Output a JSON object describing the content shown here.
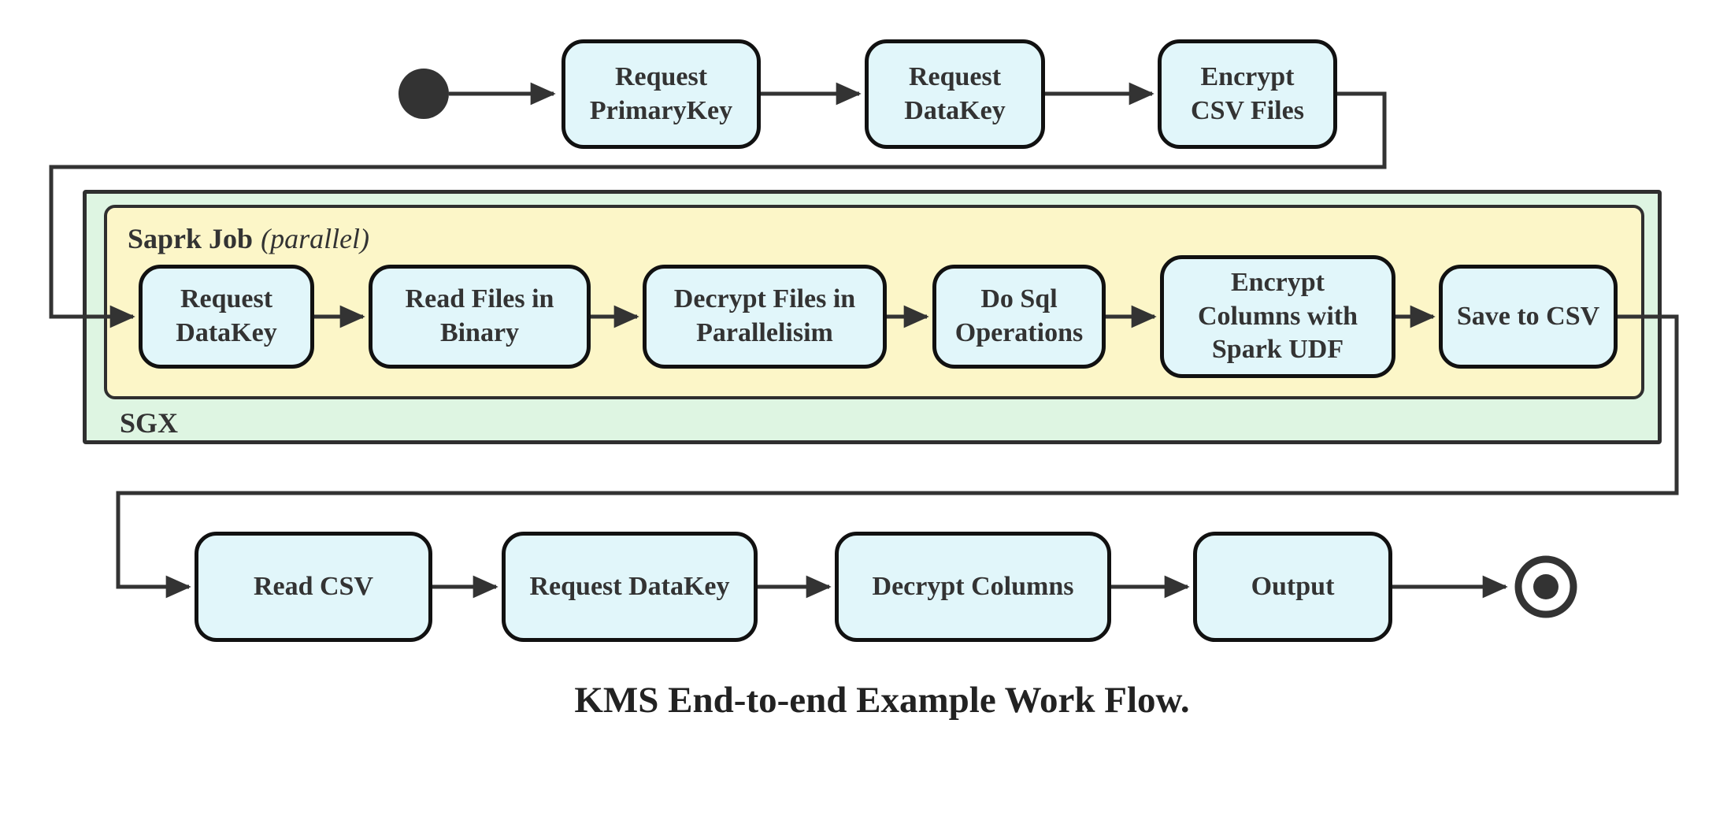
{
  "diagram": {
    "caption": "KMS End-to-end Example Work Flow.",
    "containers": {
      "sgx_label": "SGX",
      "spark_job_label": "Saprk Job",
      "spark_job_qualifier": "(parallel)"
    },
    "nodes": {
      "request_primarykey": "Request\nPrimaryKey",
      "request_datakey_top": "Request\nDataKey",
      "encrypt_csv_files": "Encrypt\nCSV Files",
      "request_datakey_sgx": "Request\nDataKey",
      "read_files_in_binary": "Read Files in\nBinary",
      "decrypt_files_in_parallelisim": "Decrypt Files in\nParallelisim",
      "do_sql_operations": "Do Sql\nOperations",
      "encrypt_columns_with_spark_udf": "Encrypt\nColumns with\nSpark UDF",
      "save_to_csv": "Save to CSV",
      "read_csv": "Read CSV",
      "request_datakey_bottom": "Request DataKey",
      "decrypt_columns": "Decrypt Columns",
      "output": "Output"
    },
    "markers": {
      "start_node": "start-filled-circle",
      "end_node": "end-double-circle"
    },
    "colors": {
      "node_fill": "#e1f6fa",
      "node_border": "#111111",
      "node_text": "#333333",
      "sgx_fill": "#def5e2",
      "spark_job_fill": "#fcf6c8",
      "container_border": "#2f2f2f",
      "wire": "#333333"
    }
  }
}
